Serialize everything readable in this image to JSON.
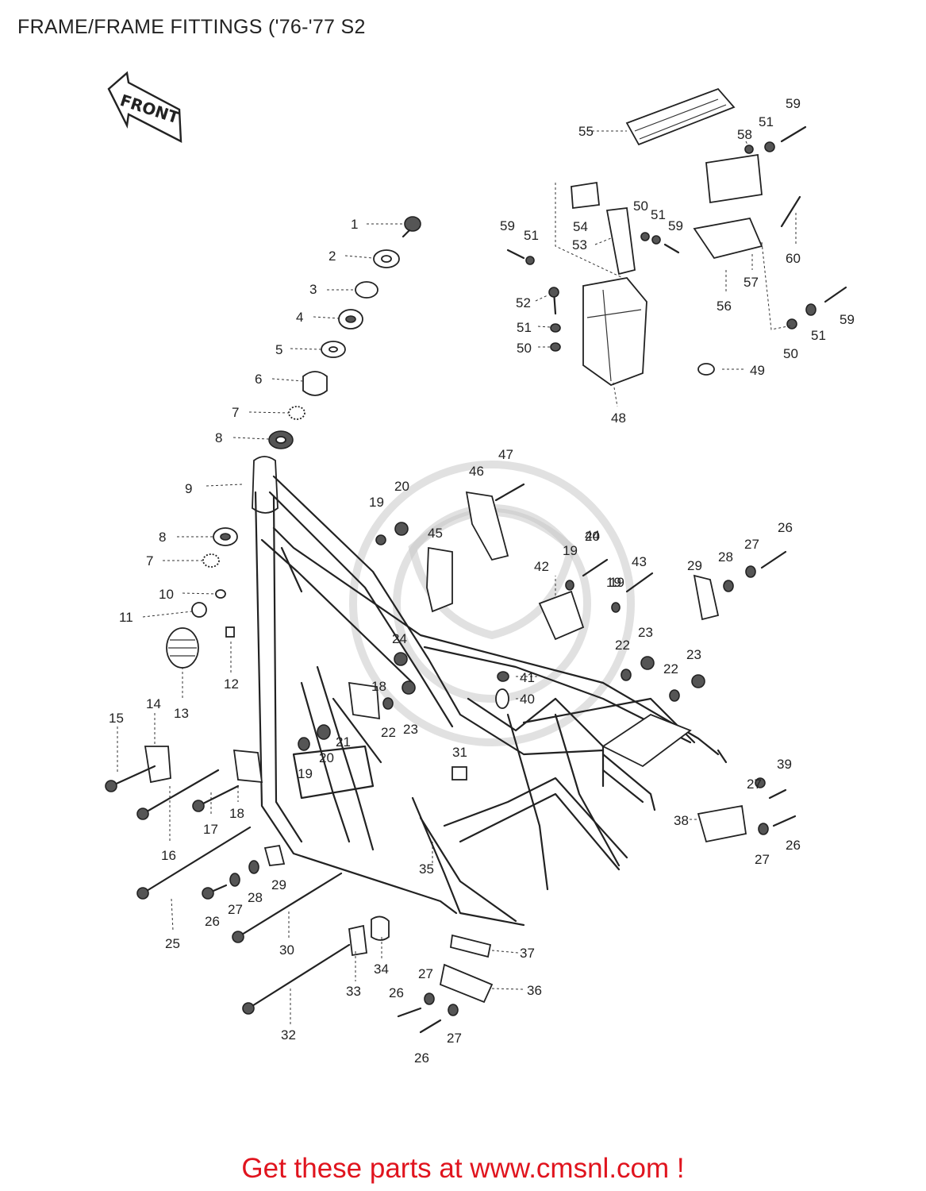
{
  "header": {
    "title": "FRAME/FRAME FITTINGS ('76-'77 S2"
  },
  "diagram": {
    "front_arrow_label": "FRONT",
    "callouts": [
      {
        "label": "1"
      },
      {
        "label": "2"
      },
      {
        "label": "3"
      },
      {
        "label": "4"
      },
      {
        "label": "5"
      },
      {
        "label": "6"
      },
      {
        "label": "7"
      },
      {
        "label": "8"
      },
      {
        "label": "9"
      },
      {
        "label": "8"
      },
      {
        "label": "7"
      },
      {
        "label": "10"
      },
      {
        "label": "11"
      },
      {
        "label": "12"
      },
      {
        "label": "13"
      },
      {
        "label": "14"
      },
      {
        "label": "15"
      },
      {
        "label": "16"
      },
      {
        "label": "17"
      },
      {
        "label": "18"
      },
      {
        "label": "18"
      },
      {
        "label": "19"
      },
      {
        "label": "20"
      },
      {
        "label": "21"
      },
      {
        "label": "19"
      },
      {
        "label": "20"
      },
      {
        "label": "22"
      },
      {
        "label": "23"
      },
      {
        "label": "24"
      },
      {
        "label": "25"
      },
      {
        "label": "26"
      },
      {
        "label": "27"
      },
      {
        "label": "28"
      },
      {
        "label": "29"
      },
      {
        "label": "30"
      },
      {
        "label": "31"
      },
      {
        "label": "32"
      },
      {
        "label": "33"
      },
      {
        "label": "34"
      },
      {
        "label": "35"
      },
      {
        "label": "26"
      },
      {
        "label": "27"
      },
      {
        "label": "26"
      },
      {
        "label": "27"
      },
      {
        "label": "36"
      },
      {
        "label": "37"
      },
      {
        "label": "19"
      },
      {
        "label": "20"
      },
      {
        "label": "45"
      },
      {
        "label": "46"
      },
      {
        "label": "47"
      },
      {
        "label": "42"
      },
      {
        "label": "19"
      },
      {
        "label": "44"
      },
      {
        "label": "19"
      },
      {
        "label": "43"
      },
      {
        "label": "22"
      },
      {
        "label": "23"
      },
      {
        "label": "22"
      },
      {
        "label": "23"
      },
      {
        "label": "41"
      },
      {
        "label": "40"
      },
      {
        "label": "29"
      },
      {
        "label": "28"
      },
      {
        "label": "27"
      },
      {
        "label": "26"
      },
      {
        "label": "38"
      },
      {
        "label": "27"
      },
      {
        "label": "39"
      },
      {
        "label": "27"
      },
      {
        "label": "26"
      },
      {
        "label": "59"
      },
      {
        "label": "51"
      },
      {
        "label": "52"
      },
      {
        "label": "51"
      },
      {
        "label": "50"
      },
      {
        "label": "48"
      },
      {
        "label": "54"
      },
      {
        "label": "53"
      },
      {
        "label": "50"
      },
      {
        "label": "51"
      },
      {
        "label": "59"
      },
      {
        "label": "55"
      },
      {
        "label": "58"
      },
      {
        "label": "51"
      },
      {
        "label": "59"
      },
      {
        "label": "60"
      },
      {
        "label": "56"
      },
      {
        "label": "57"
      },
      {
        "label": "50"
      },
      {
        "label": "51"
      },
      {
        "label": "59"
      },
      {
        "label": "49"
      }
    ]
  },
  "footer": {
    "link_text": "Get these parts at www.cmsnl.com !"
  }
}
